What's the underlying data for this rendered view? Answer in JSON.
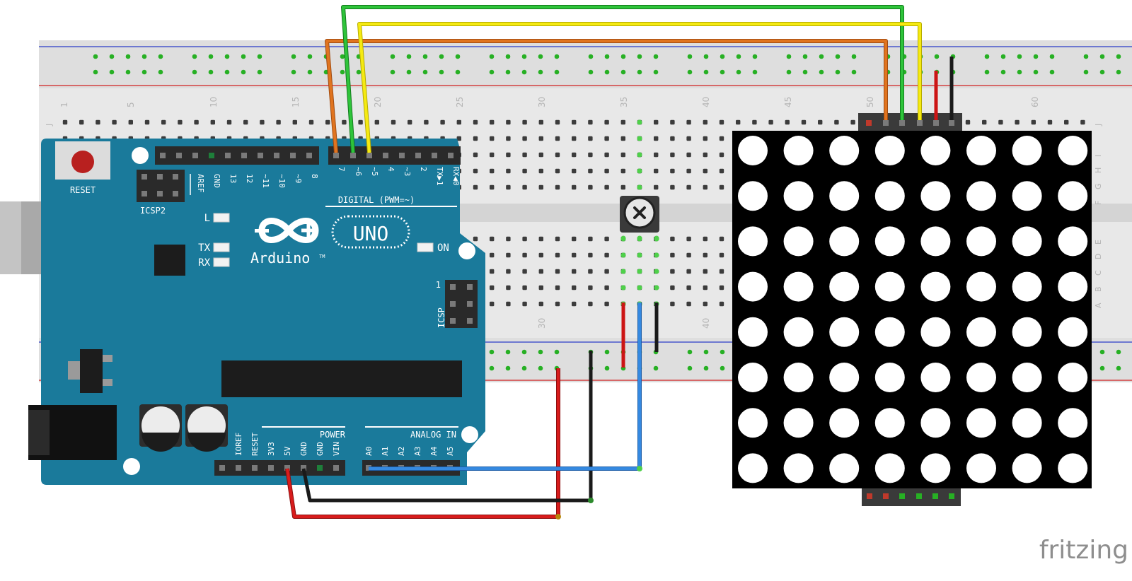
{
  "arduino": {
    "reset_label": "RESET",
    "icsp2_label": "ICSP2",
    "icsp_label": "ICSP",
    "icsp_pin1": "1",
    "digital_label": "DIGITAL (PWM=~)",
    "digital_pins_left": [
      "AREF",
      "GND",
      "13",
      "12",
      "~11",
      "~10",
      "~9",
      "8"
    ],
    "digital_pins_right": [
      "7",
      "~6",
      "~5",
      "4",
      "~3",
      "2",
      "TX▶1",
      "RX◀0"
    ],
    "led_l": "L",
    "led_tx": "TX",
    "led_rx": "RX",
    "led_on": "ON",
    "logo_word": "Arduino",
    "logo_tm": "TM",
    "uno_label": "UNO",
    "power_label": "POWER",
    "analog_label": "ANALOG IN",
    "power_pins": [
      "IOREF",
      "RESET",
      "3V3",
      "5V",
      "GND",
      "GND",
      "VIN"
    ],
    "analog_pins": [
      "A0",
      "A1",
      "A2",
      "A3",
      "A4",
      "A5"
    ]
  },
  "breadboard": {
    "column_numbers_top": [
      "1",
      "5",
      "10",
      "15",
      "20",
      "25",
      "30",
      "35",
      "40",
      "45",
      "50",
      "60"
    ],
    "column_numbers_bottom": [
      "30",
      "40"
    ],
    "row_letters_top": [
      "J",
      "I",
      "H",
      "G",
      "F"
    ],
    "row_letters_bottom": [
      "E",
      "D",
      "C",
      "B",
      "A"
    ]
  },
  "led_matrix": {
    "rows": 8,
    "columns": 8,
    "dot_color": "#ffffff",
    "body_color": "#000000"
  },
  "wires": [
    {
      "name": "orange",
      "color": "#d2691e",
      "connects": "pin 7 → matrix header"
    },
    {
      "name": "green",
      "color": "#1fae2e",
      "connects": "pin ~6 → matrix header"
    },
    {
      "name": "yellow",
      "color": "#f2e600",
      "connects": "pin ~5 → matrix header"
    },
    {
      "name": "red",
      "color": "#cc1515",
      "connects": "5V → power rail"
    },
    {
      "name": "black",
      "color": "#1a1a1a",
      "connects": "GND → ground rail"
    },
    {
      "name": "blue",
      "color": "#2f7fd6",
      "connects": "A0 → potentiometer wiper"
    }
  ],
  "colors": {
    "arduino_board": "#1a7a9b",
    "breadboard": "#e6e6e6",
    "rail_red": "#d22222",
    "rail_blue": "#2a3cc8",
    "hole_green": "#27b024"
  },
  "watermark": "fritzing"
}
